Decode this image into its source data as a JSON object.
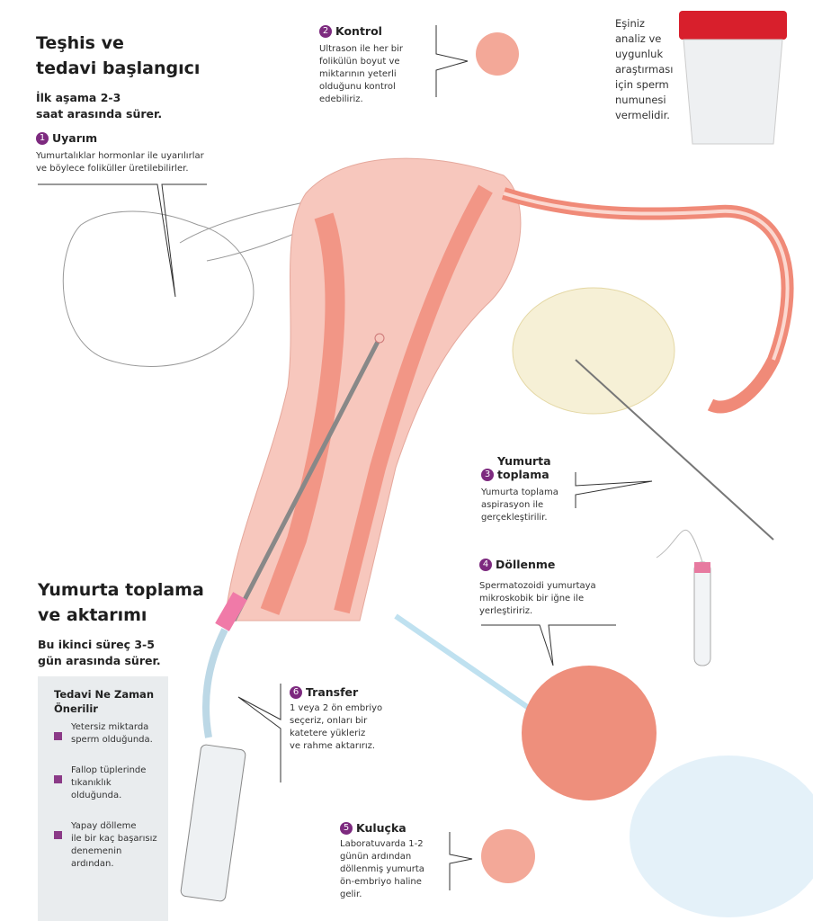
{
  "intro": {
    "title_line1": "Teşhis ve",
    "title_line2": "tedavi başlangıcı",
    "sub_line1": "İlk aşama 2-3",
    "sub_line2": "saat arasında sürer."
  },
  "steps": [
    {
      "num": "1",
      "title": "Uyarım",
      "lines": [
        "Yumurtalıklar hormonlar ile uyarılırlar",
        "ve böylece foliküller üretilebilirler."
      ]
    },
    {
      "num": "2",
      "title": "Kontrol",
      "lines": [
        "Ultrason ile her bir",
        "folikülün boyut ve",
        "miktarının yeterli",
        "olduğunu kontrol",
        "edebiliriz."
      ]
    },
    {
      "num": "3",
      "title_line1": "Yumurta",
      "title": "toplama",
      "lines": [
        "Yumurta toplama",
        "aspirasyon ile",
        "gerçekleştirilir."
      ]
    },
    {
      "num": "4",
      "title": "Döllenme",
      "lines": [
        "Spermatozoidi yumurtaya",
        "mikroskobik bir iğne ile",
        "yerleştiririz."
      ]
    },
    {
      "num": "5",
      "title": "Kuluçka",
      "lines": [
        "Laboratuvarda 1-2",
        "günün ardından",
        "döllenmiş yumurta",
        "ön-embriyo haline",
        "gelir."
      ]
    },
    {
      "num": "6",
      "title": "Transfer",
      "lines": [
        "1 veya 2 ön embriyo",
        "seçeriz, onları bir",
        "katetere yükleriz",
        "ve rahme aktarırız."
      ]
    }
  ],
  "partner_note": [
    "Eşiniz",
    "analiz ve",
    "uygunluk",
    "araştırması",
    "için sperm",
    "numunesi",
    "vermelidir."
  ],
  "second": {
    "title_line1": "Yumurta toplama",
    "title_line2": "ve aktarımı",
    "sub_line1": "Bu ikinci süreç 3-5",
    "sub_line2": "gün arasında sürer."
  },
  "panel": {
    "title_line1": "Tedavi Ne Zaman",
    "title_line2": "Önerilir",
    "items": [
      [
        "Yetersiz miktarda",
        "sperm olduğunda."
      ],
      [
        "Fallop tüplerinde",
        "tıkanıklık",
        "olduğunda."
      ],
      [
        "Yapay dölleme",
        "ile bir kaç başarısız",
        "denemenin",
        "ardından."
      ]
    ]
  },
  "colors": {
    "accent": "#7d2a7f",
    "tissue": "#f08a78",
    "panel": "#e9ecee"
  }
}
